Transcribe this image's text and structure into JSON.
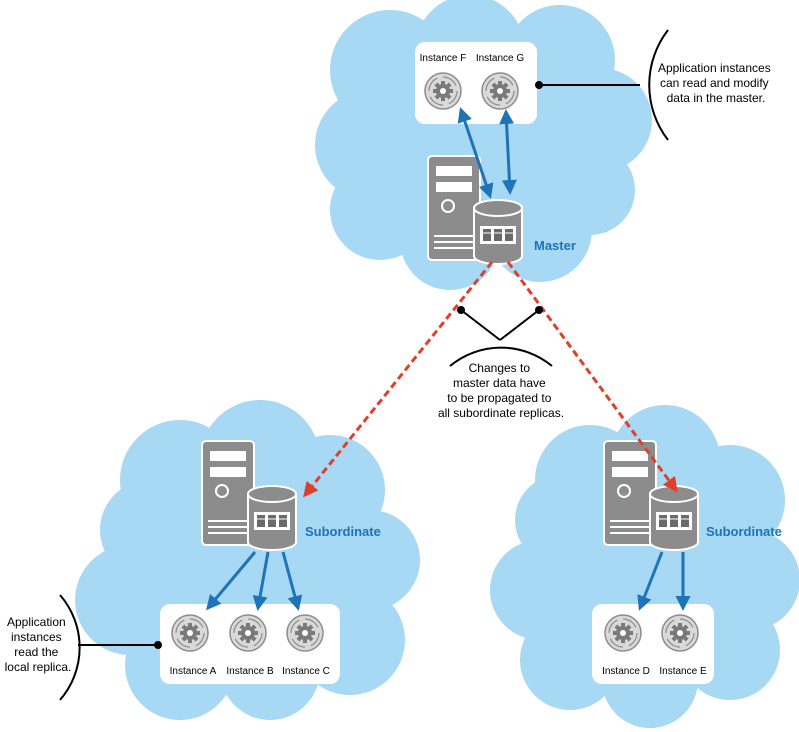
{
  "master": {
    "label": "Master",
    "instances": [
      "Instance F",
      "Instance G"
    ]
  },
  "subordinate_left": {
    "label": "Subordinate",
    "instances": [
      "Instance A",
      "Instance B",
      "Instance C"
    ]
  },
  "subordinate_right": {
    "label": "Subordinate",
    "instances": [
      "Instance D",
      "Instance E"
    ]
  },
  "notes": {
    "master_rw": [
      "Application instances",
      "can read and modify",
      "data in the master."
    ],
    "propagation": [
      "Changes to",
      "master data have",
      "to be propagated to",
      "all subordinate replicas."
    ],
    "local_read": [
      "Application",
      "instances",
      "read the",
      "local replica."
    ]
  },
  "colors": {
    "cloud": "#a7d8f4",
    "server": "#8c8c8c",
    "replication_arrow": "#e0402b",
    "access_arrow": "#1f73b7",
    "role_text": "#1f73b7"
  },
  "icons": [
    "server-icon",
    "database-icon",
    "gear-instance-icon"
  ]
}
